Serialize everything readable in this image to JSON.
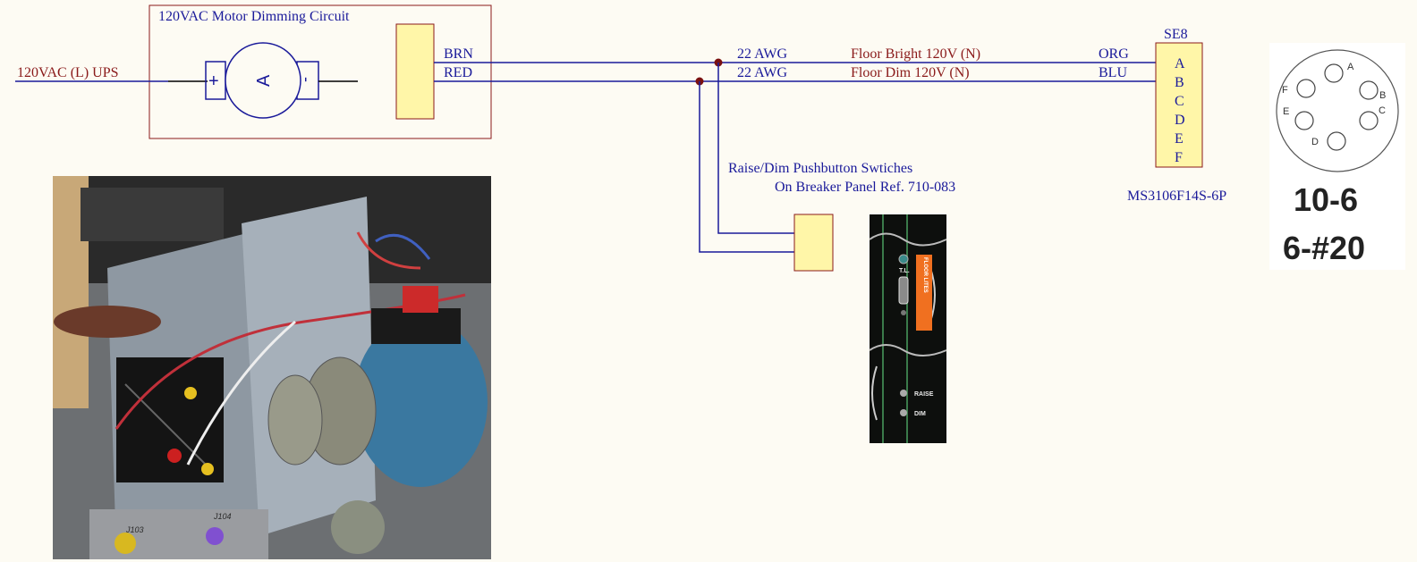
{
  "circuit_box": {
    "title": "120VAC Motor Dimming Circuit"
  },
  "source": {
    "label": "120VAC (L) UPS"
  },
  "motor": {
    "symbol": "A",
    "plus": "+",
    "minus": "-"
  },
  "wires": [
    {
      "color_code": "BRN",
      "gauge": "22 AWG",
      "signal": "Floor Bright 120V (N)",
      "end_color": "ORG"
    },
    {
      "color_code": "RED",
      "gauge": "22 AWG",
      "signal": "Floor Dim 120V (N)",
      "end_color": "BLU"
    }
  ],
  "switches": {
    "line1": "Raise/Dim Pushbutton Swtiches",
    "line2": "On Breaker Panel   Ref.  710-083"
  },
  "connector": {
    "ref": "SE8",
    "pins": [
      "A",
      "B",
      "C",
      "D",
      "E",
      "F"
    ],
    "part_number": "MS3106F14S-6P",
    "face_pins": [
      "A",
      "B",
      "C",
      "D",
      "E",
      "F"
    ],
    "shell": "10-6",
    "contacts": "6-#20"
  },
  "panel_photo": {
    "tag": "FLOOR LITES",
    "t_label": "T.L.",
    "raise": "RAISE",
    "dim": "DIM"
  },
  "motor_photo": {
    "label_1": "J103",
    "label_2": "J104"
  },
  "colors": {
    "wire": "#1a1a9a",
    "text_maroon": "#8a1a1a",
    "component_fill": "#fff6a8",
    "box_border": "#8a1a1a",
    "junction": "#7a1010",
    "background": "#fdfbf3"
  }
}
